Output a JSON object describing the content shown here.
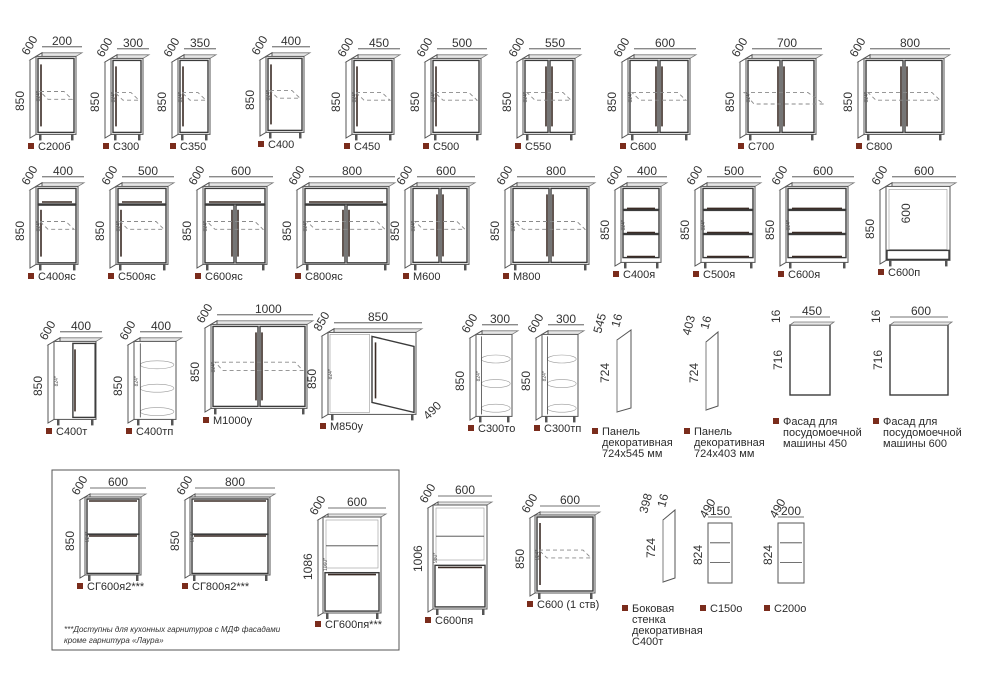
{
  "colors": {
    "marker": "#7a2c1c",
    "line": "#555555",
    "handle": "#3a2b25"
  },
  "note": {
    "line1": "***Доступны для кухонных гарнитуров с МДФ фасадами",
    "line2": "кроме гарнитура «Лаура»"
  },
  "items": [
    {
      "id": "c200b",
      "label": "С200б",
      "h": "850",
      "d": "600",
      "w": "200",
      "inner": "824*",
      "kind": "door1"
    },
    {
      "id": "c300",
      "label": "С300",
      "h": "850",
      "d": "600",
      "w": "300",
      "inner": "824*",
      "kind": "door1"
    },
    {
      "id": "c350",
      "label": "С350",
      "h": "850",
      "d": "600",
      "w": "350",
      "inner": "824*",
      "kind": "door1"
    },
    {
      "id": "c400",
      "label": "С400",
      "h": "850",
      "d": "600",
      "w": "400",
      "inner": "824*",
      "kind": "door1"
    },
    {
      "id": "c450",
      "label": "С450",
      "h": "850",
      "d": "600",
      "w": "450",
      "inner": "824*",
      "kind": "door1"
    },
    {
      "id": "c500",
      "label": "С500",
      "h": "850",
      "d": "600",
      "w": "500",
      "inner": "824*",
      "kind": "door1"
    },
    {
      "id": "c550",
      "label": "С550",
      "h": "850",
      "d": "600",
      "w": "550",
      "inner": "824*",
      "kind": "door2"
    },
    {
      "id": "c600",
      "label": "С600",
      "h": "850",
      "d": "600",
      "w": "600",
      "inner": "824*",
      "kind": "door2"
    },
    {
      "id": "c700",
      "label": "С700",
      "h": "850",
      "d": "600",
      "w": "700",
      "inner": "824*",
      "kind": "door2"
    },
    {
      "id": "c800",
      "label": "С800",
      "h": "850",
      "d": "600",
      "w": "800",
      "inner": "824*",
      "kind": "door2"
    },
    {
      "id": "c400ys",
      "label": "С400яс",
      "h": "850",
      "d": "600",
      "w": "400",
      "inner": "824*",
      "kind": "drawerdoor1"
    },
    {
      "id": "c500ys",
      "label": "С500яс",
      "h": "850",
      "d": "600",
      "w": "500",
      "inner": "824*",
      "kind": "drawerdoor1"
    },
    {
      "id": "c600ys",
      "label": "С600яс",
      "h": "850",
      "d": "600",
      "w": "600",
      "inner": "824*",
      "kind": "drawerdoor2"
    },
    {
      "id": "c800ys",
      "label": "С800яс",
      "h": "850",
      "d": "600",
      "w": "800",
      "inner": "824*",
      "kind": "drawerdoor2"
    },
    {
      "id": "m600",
      "label": "М600",
      "h": "850",
      "d": "600",
      "w": "600",
      "inner": "824*",
      "kind": "sink2"
    },
    {
      "id": "m800",
      "label": "М800",
      "h": "850",
      "d": "600",
      "w": "800",
      "inner": "824*",
      "kind": "sink2"
    },
    {
      "id": "c400ya",
      "label": "С400я",
      "h": "850",
      "d": "600",
      "w": "400",
      "inner": "824*",
      "kind": "drawer3"
    },
    {
      "id": "c500ya",
      "label": "С500я",
      "h": "850",
      "d": "600",
      "w": "500",
      "inner": "824*",
      "kind": "drawer3"
    },
    {
      "id": "c600ya",
      "label": "С600я",
      "h": "850",
      "d": "600",
      "w": "600",
      "inner": "824*",
      "kind": "drawer3"
    },
    {
      "id": "c600p",
      "label": "С600п",
      "h": "850",
      "d": "600",
      "w": "600",
      "inner": "600",
      "kind": "open"
    },
    {
      "id": "c400t",
      "label": "С400т",
      "h": "850",
      "d": "600",
      "w": "400",
      "inner": "824*",
      "kind": "corner"
    },
    {
      "id": "c400tp",
      "label": "С400тп",
      "h": "850",
      "d": "600",
      "w": "400",
      "inner": "824*",
      "kind": "cornershelf"
    },
    {
      "id": "m1000u",
      "label": "М1000у",
      "h": "850",
      "d": "600",
      "w": "1000",
      "inner": "824*",
      "kind": "door2"
    },
    {
      "id": "m850u",
      "label": "М850у",
      "h": "850",
      "d": "850",
      "w": "850",
      "extra": "490",
      "inner": "824*",
      "kind": "angle"
    },
    {
      "id": "c300to",
      "label": "С300то",
      "h": "850",
      "d": "600",
      "w": "300",
      "inner": "824*",
      "kind": "roundshelf"
    },
    {
      "id": "c300tp",
      "label": "С300тп",
      "h": "850",
      "d": "600",
      "w": "300",
      "inner": "824*",
      "kind": "roundshelf"
    },
    {
      "id": "panel545",
      "label": "Панель|декоративная|724х545 мм",
      "h": "724",
      "d": "545",
      "w": "16",
      "kind": "panel"
    },
    {
      "id": "panel403",
      "label": "Панель|декоративная|724х403 мм",
      "h": "724",
      "d": "403",
      "w": "16",
      "kind": "panel"
    },
    {
      "id": "facade450",
      "label": "Фасад для|посудомоечной|машины 450",
      "h": "716",
      "d": "16",
      "w": "450",
      "kind": "facade"
    },
    {
      "id": "facade600",
      "label": "Фасад для|посудомоечной|машины 600",
      "h": "716",
      "d": "16",
      "w": "600",
      "kind": "facade"
    },
    {
      "id": "cg600ya2",
      "label": "СГ600я2***",
      "h": "850",
      "d": "600",
      "w": "600",
      "inner": "824*",
      "kind": "drawer2"
    },
    {
      "id": "cg800ya2",
      "label": "СГ800я2***",
      "h": "850",
      "d": "600",
      "w": "800",
      "inner": "824*",
      "kind": "drawer2"
    },
    {
      "id": "cg600pya",
      "label": "СГ600пя***",
      "h": "1086",
      "d": "600",
      "w": "600",
      "inner": "1060*",
      "kind": "oven"
    },
    {
      "id": "c600pya",
      "label": "С600пя",
      "h": "1006",
      "d": "600",
      "w": "600",
      "inner": "980*",
      "kind": "oven"
    },
    {
      "id": "c600_1",
      "label": "С600 (1 ств)",
      "h": "850",
      "d": "600",
      "w": "600",
      "inner": "824*",
      "kind": "door1"
    },
    {
      "id": "side",
      "label": "Боковая|стенка|декоративная|С400т",
      "h": "724",
      "d": "398",
      "w": "16",
      "kind": "panel"
    },
    {
      "id": "c150o",
      "label": "С150о",
      "h": "824",
      "d": "490",
      "w": "150",
      "kind": "narrow"
    },
    {
      "id": "c200o",
      "label": "С200о",
      "h": "824",
      "d": "490",
      "w": "200",
      "kind": "narrow"
    }
  ]
}
